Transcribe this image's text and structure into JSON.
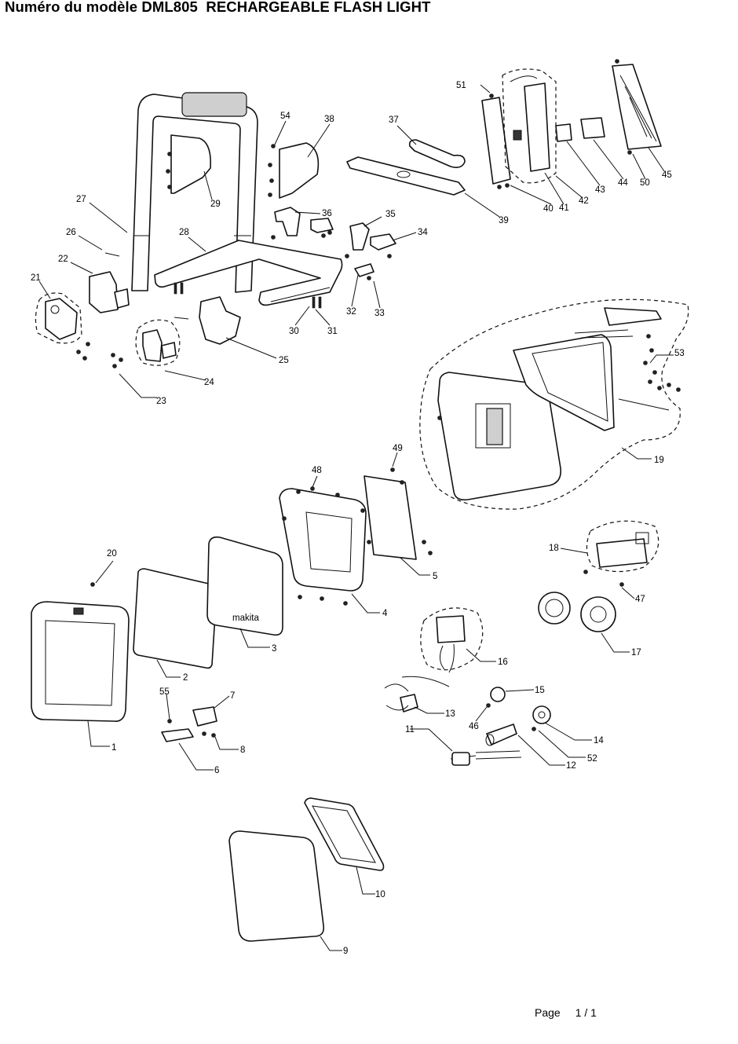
{
  "header": {
    "title": "Numéro du modèle DML805  RECHARGEABLE FLASH LIGHT"
  },
  "diagram": {
    "logo_text": "makita",
    "part_labels": [
      "1",
      "2",
      "3",
      "4",
      "5",
      "6",
      "7",
      "8",
      "9",
      "10",
      "11",
      "12",
      "13",
      "14",
      "15",
      "16",
      "17",
      "18",
      "19",
      "20",
      "21",
      "22",
      "23",
      "24",
      "25",
      "26",
      "27",
      "28",
      "29",
      "30",
      "31",
      "32",
      "33",
      "34",
      "35",
      "36",
      "37",
      "38",
      "39",
      "40",
      "41",
      "42",
      "43",
      "44",
      "45",
      "46",
      "47",
      "48",
      "49",
      "50",
      "51",
      "52",
      "53",
      "54",
      "55"
    ]
  },
  "footer": {
    "page_label": "Page",
    "page_number": "1 / 1"
  }
}
